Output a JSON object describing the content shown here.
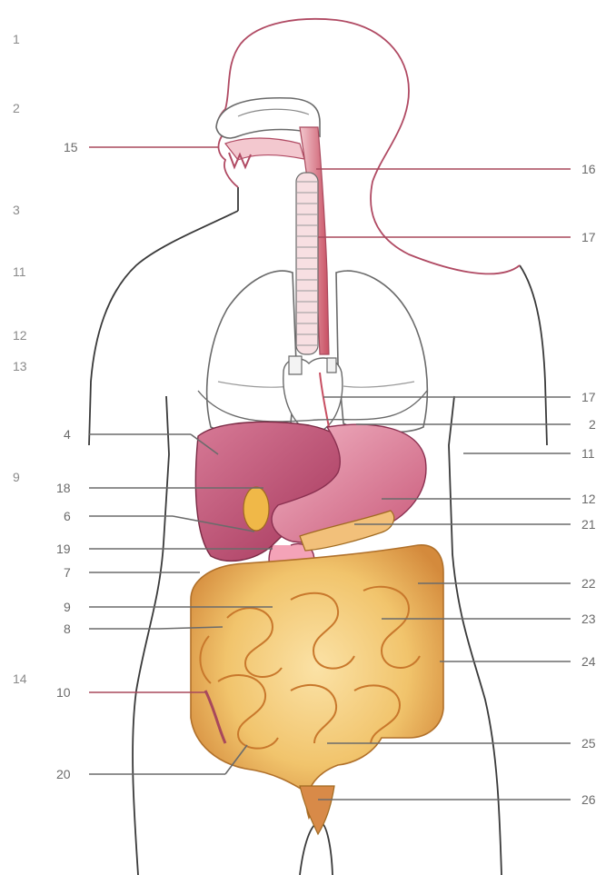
{
  "margin_numbers": [
    "1",
    "2",
    "3",
    "11",
    "12",
    "13",
    "9",
    "14"
  ],
  "callouts_left": [
    "15",
    "4",
    "18",
    "6",
    "19",
    "7",
    "9",
    "8",
    "10",
    "20"
  ],
  "callouts_right": [
    "16",
    "17",
    "17",
    "2",
    "11",
    "12",
    "21",
    "22",
    "23",
    "24",
    "25",
    "26"
  ],
  "colors": {
    "outline": "#3a3a3a",
    "head_outline": "#b04a63",
    "leader": "#6b6b6b",
    "label": "#6a6a6a",
    "liver": "#b8456a",
    "stomach": "#d06a86",
    "intestine": "#f1c46c",
    "intestine_dark": "#d48a3c",
    "airway": "#c84f62",
    "lung": "#ffffff"
  }
}
